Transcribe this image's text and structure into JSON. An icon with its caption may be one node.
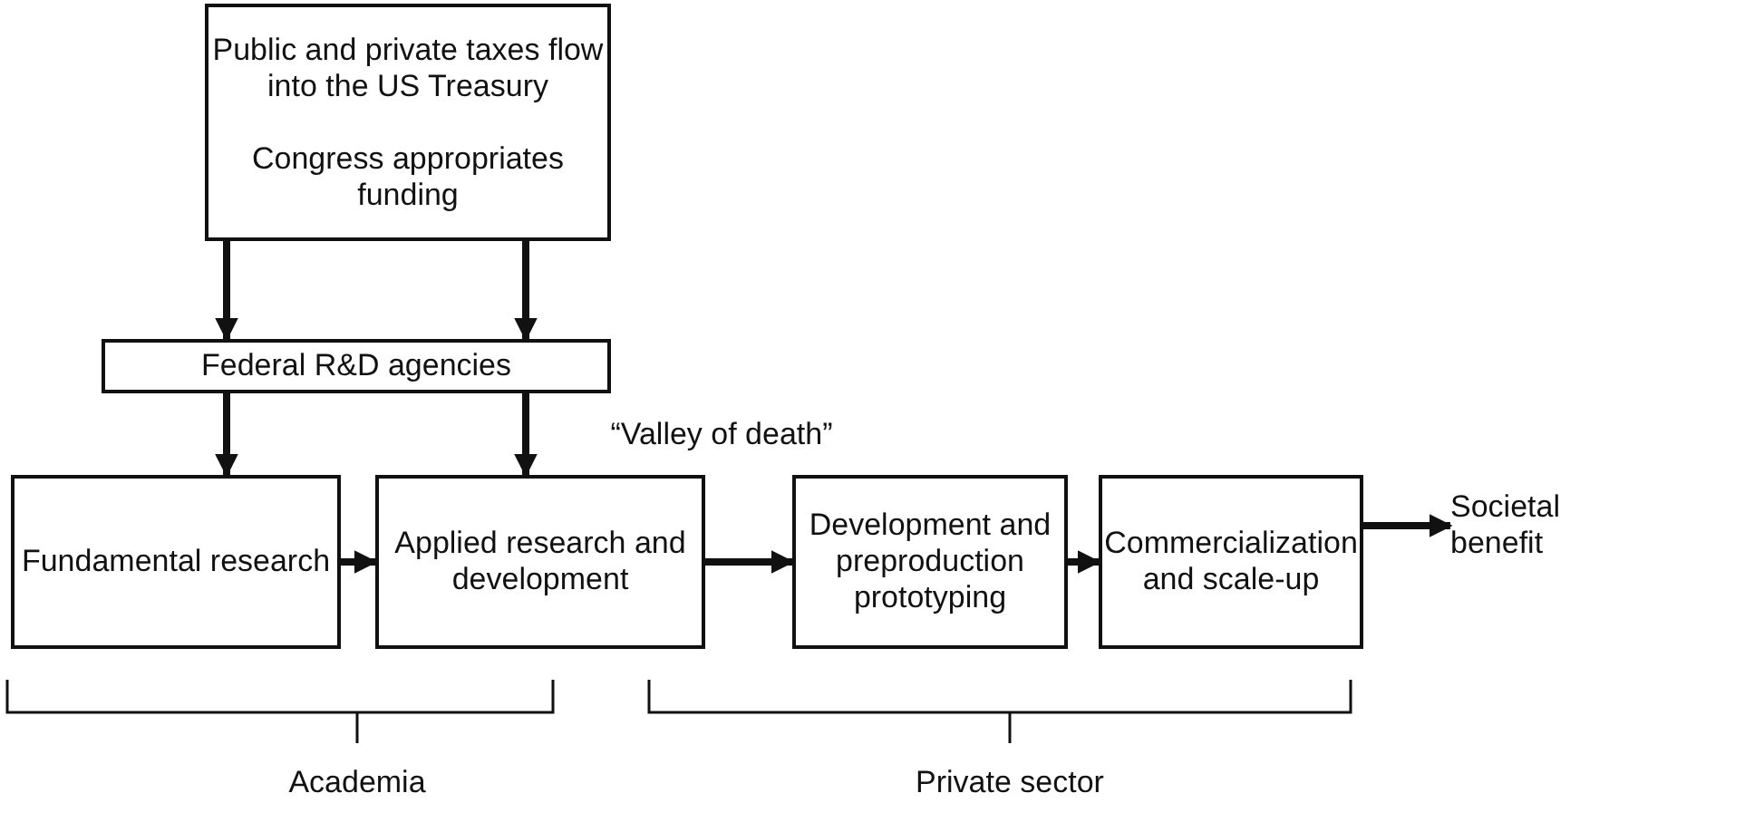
{
  "diagram": {
    "nodes": [
      {
        "text": [
          "Public and private taxes flow into the US Treasury",
          "Congress appropriates funding"
        ]
      },
      {
        "text": [
          "Federal R&D agencies"
        ]
      },
      {
        "text": [
          "Fundamental research"
        ]
      },
      {
        "text": [
          "Applied research and development"
        ]
      },
      {
        "text": [
          "Development and preproduction prototyping"
        ]
      },
      {
        "text": [
          "Commercialization and scale-up"
        ]
      },
      {
        "text": [
          "Societal benefit"
        ]
      }
    ],
    "edges": [
      {
        "from": 0,
        "to": 1,
        "arrow": "to"
      },
      {
        "from": 0,
        "to": 1,
        "arrow": "to"
      },
      {
        "from": 1,
        "to": 2,
        "arrow": "to"
      },
      {
        "from": 1,
        "to": 3,
        "arrow": "to"
      },
      {
        "from": 2,
        "to": 3,
        "arrow": "to"
      },
      {
        "from": 3,
        "to": 4,
        "arrow": "to"
      },
      {
        "from": 4,
        "to": 5,
        "arrow": "to"
      },
      {
        "from": 5,
        "to": 6,
        "arrow": "to"
      }
    ],
    "labels": [
      "“Valley of death”",
      "Academia",
      "Private sector"
    ]
  }
}
